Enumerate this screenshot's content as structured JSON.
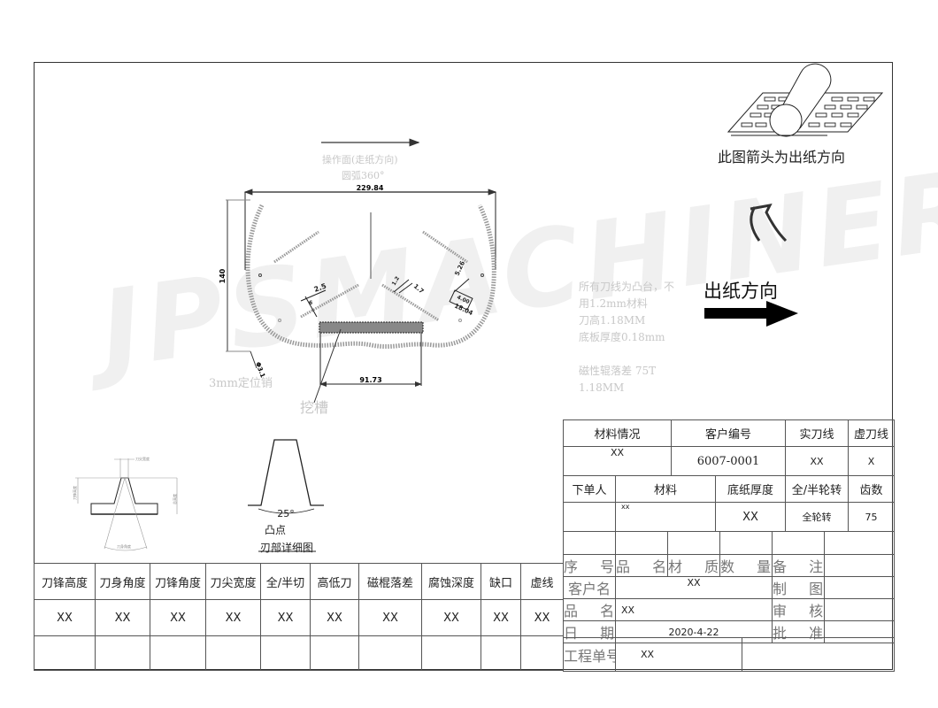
{
  "watermark": "JPSMACHINERY",
  "legend_top_right": {
    "icon": "paper-roll-icon",
    "caption": "此图箭头为出纸方向"
  },
  "direction": {
    "label": "出纸方向",
    "icon": "arrow-right-icon"
  },
  "drawing": {
    "operation_side": "操作面(走纸方向)",
    "arc": "圆弧360°",
    "width_dim": "229.84",
    "height_dim": "140",
    "slot_dim": "91.73",
    "dim_2_5": "2.5",
    "dim_6": "6",
    "dim_1_2": "1.2",
    "dim_1_7": "1.7",
    "dim_5_26": "5.26",
    "dim_18_04": "18.04",
    "dim_4_00": "4.00",
    "pin_dim": "Φ3.1",
    "pin_label": "3mm定位销",
    "slot_label": "挖槽"
  },
  "notes": [
    "所有刀线为凸台，不",
    "用1.2mm材料",
    "刀高1.18MM",
    "底板厚度0.18mm",
    "",
    "磁性辊落差   75T",
    "1.18MM"
  ],
  "blade_detail": {
    "tip_width": "刀尖宽度",
    "edge_height": "刀锋高度",
    "total_height": "总高度",
    "body_angle": "刀身角度",
    "angle": "25°",
    "bump": "凸点",
    "title": "刃部详细图"
  },
  "spec_table": {
    "headers": [
      "刀锋高度",
      "刀身角度",
      "刀锋角度",
      "刀尖宽度",
      "全/半切",
      "高低刀",
      "磁棍落差",
      "腐蚀深度",
      "缺口",
      "虚线"
    ],
    "values": [
      "XX",
      "XX",
      "XX",
      "XX",
      "XX",
      "XX",
      "XX",
      "XX",
      "XX",
      "XX"
    ]
  },
  "title_block": {
    "material_status": "材料情况",
    "material_status_value": "XX",
    "customer_code": "客户编号",
    "customer_code_value": "6007-0001",
    "solid_line": "实刀线",
    "solid_line_value": "XX",
    "dashed_line": "虚刀线",
    "dashed_line_value": "X",
    "orderer": "下单人",
    "orderer_value": "",
    "material": "材料",
    "material_value": "xx",
    "liner_thickness": "底纸厚度",
    "liner_thickness_value": "XX",
    "rotation": "全/半轮转",
    "rotation_value": "全轮转",
    "teeth": "齿数",
    "teeth_value": "75",
    "seq": "序  号",
    "part_name": "品  名",
    "material_quality": "材  质",
    "quantity": "数  量",
    "remark": "备  注",
    "customer_name": "客户名",
    "customer_name_value": "XX",
    "product_name": "品  名",
    "product_name_value": "XX",
    "date": "日  期",
    "date_value": "2020-4-22",
    "drawn": "制  图",
    "reviewed": "审  核",
    "approved": "批  准",
    "project_no": "工程单号",
    "project_no_value": "XX"
  }
}
